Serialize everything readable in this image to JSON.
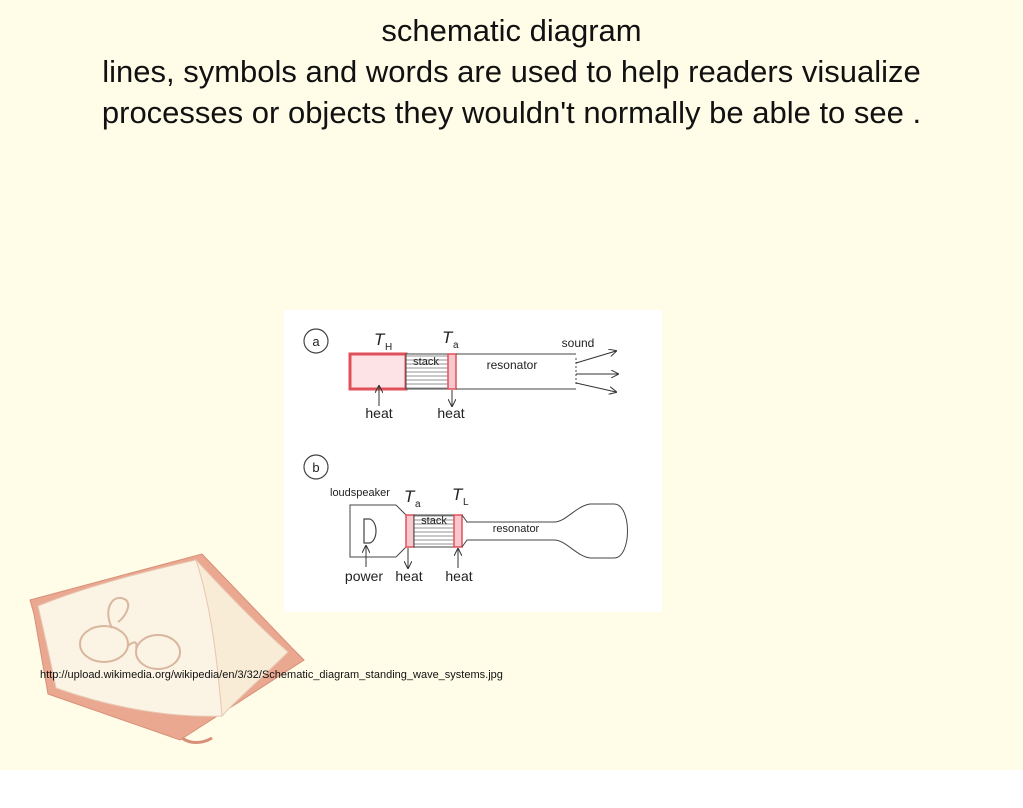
{
  "slide": {
    "title": "schematic diagram",
    "description_lines": [
      "lines, symbols and words are used to help readers visualize",
      "processes or objects they wouldn't normally be able to see ."
    ],
    "caption_url": "http://upload.wikimedia.org/wikipedia/en/3/32/Schematic_diagram_standing_wave_systems.jpg"
  },
  "diagram": {
    "panel_a": {
      "badge": "a",
      "temp_hot_symbol": "T",
      "temp_hot_sub": "H",
      "temp_ambient_symbol": "T",
      "temp_ambient_sub": "a",
      "stack_label": "stack",
      "resonator_label": "resonator",
      "sound_label": "sound",
      "heat_in_label": "heat",
      "heat_out_label": "heat"
    },
    "panel_b": {
      "badge": "b",
      "loudspeaker_label": "loudspeaker",
      "temp_ambient_symbol": "T",
      "temp_ambient_sub": "a",
      "temp_low_symbol": "T",
      "temp_low_sub": "L",
      "stack_label": "stack",
      "resonator_label": "resonator",
      "power_label": "power",
      "heat_left_label": "heat",
      "heat_right_label": "heat"
    }
  },
  "colors": {
    "slide_background": "#fffde8",
    "heat_exchanger_red": "#e0505a",
    "hot_fill": "#fde3e6",
    "book_page": "#fbf3e3",
    "book_cover": "#eaa890"
  }
}
